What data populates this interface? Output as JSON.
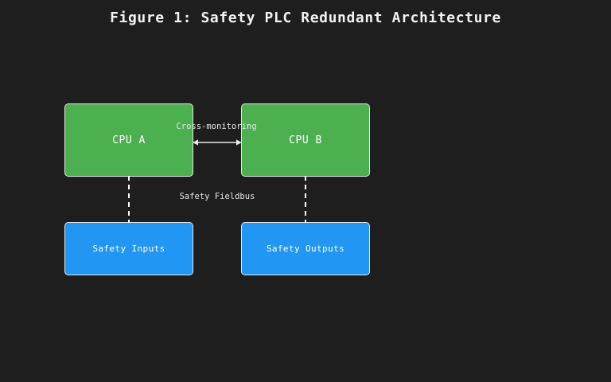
{
  "figure": {
    "title": "Figure 1: Safety PLC Redundant Architecture",
    "background_color": "#1e1e1e",
    "text_color": "#e6e6e6"
  },
  "nodes": {
    "cpu_a": {
      "label": "CPU A",
      "color": "#4CAF50",
      "border_color": "#e8e8e8"
    },
    "cpu_b": {
      "label": "CPU B",
      "color": "#4CAF50",
      "border_color": "#e8e8e8"
    },
    "safety_inputs": {
      "label": "Safety Inputs",
      "color": "#2196F3",
      "border_color": "#e8e8e8"
    },
    "safety_outputs": {
      "label": "Safety Outputs",
      "color": "#2196F3",
      "border_color": "#e8e8e8"
    }
  },
  "connections": {
    "cross_monitoring": {
      "label": "Cross-monitoring",
      "style": "solid",
      "arrows": "bidirectional",
      "color": "#e8e8e8"
    },
    "safety_fieldbus": {
      "label": "Safety Fieldbus",
      "style": "dashed",
      "arrows": "none",
      "color": "#ffffff"
    }
  }
}
